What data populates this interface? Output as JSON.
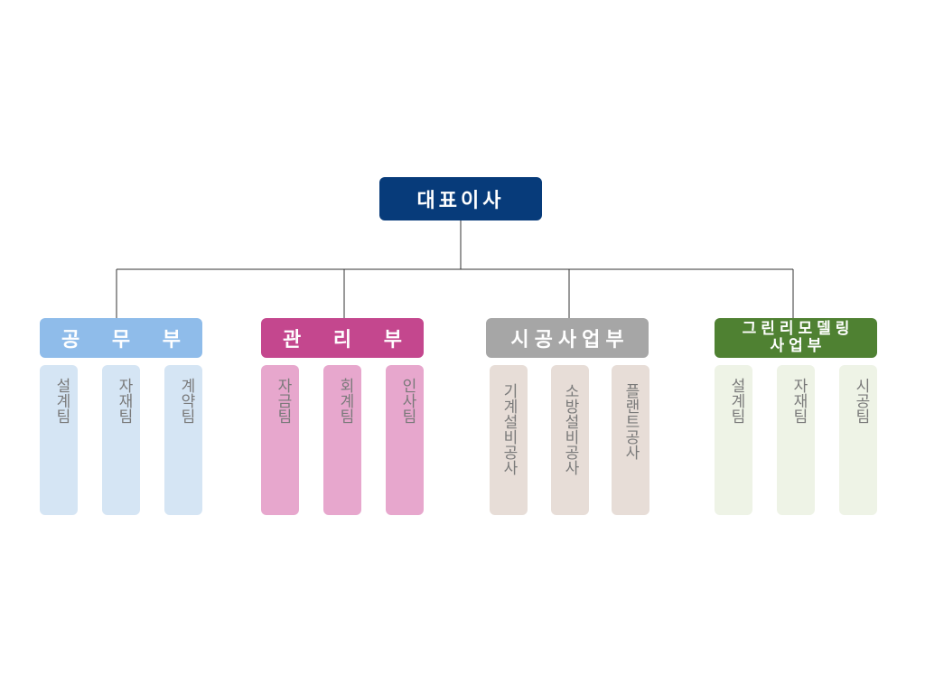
{
  "org_chart": {
    "ceo": {
      "label": "대표이사"
    },
    "departments": [
      {
        "key": "engineering",
        "label": "공 무 부",
        "color": "#8fbcea",
        "team_color": "#d5e5f4",
        "teams": [
          "설계팀",
          "자재팀",
          "계약팀"
        ]
      },
      {
        "key": "management",
        "label": "관 리 부",
        "color": "#c4478e",
        "team_color": "#e7a7cd",
        "teams": [
          "자금팀",
          "회계팀",
          "인사팀"
        ]
      },
      {
        "key": "construction",
        "label": "시공사업부",
        "color": "#a6a6a6",
        "team_color": "#e7ddd7",
        "teams": [
          "기계설비공사",
          "소방설비공사",
          "플랜트공사"
        ]
      },
      {
        "key": "green",
        "label": "그린리모델링\n사업부",
        "color": "#4f8132",
        "team_color": "#eef3e6",
        "teams": [
          "설계팀",
          "자재팀",
          "시공팀"
        ]
      }
    ]
  }
}
